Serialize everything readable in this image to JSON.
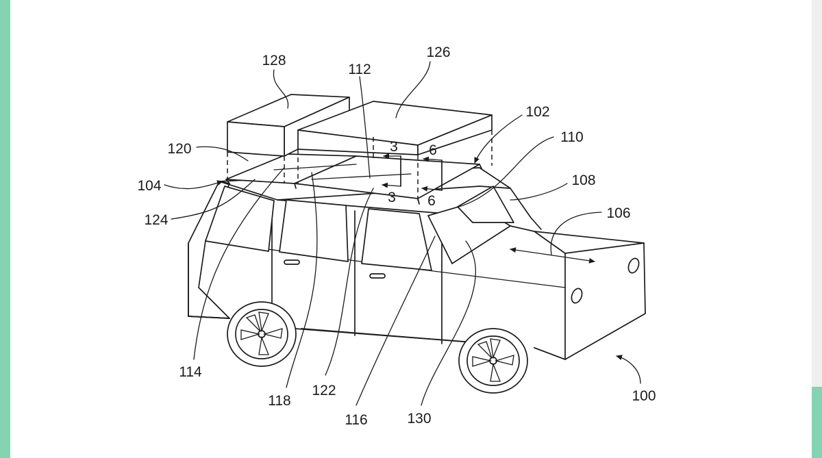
{
  "figure": {
    "reference_numerals": {
      "vehicle": "100",
      "roof_rack": "102",
      "rear": "104",
      "front": "106",
      "roof_front": "108",
      "windshield_pillar": "110",
      "crossbar_center": "112",
      "rear_pillar": "114",
      "front_door": "116",
      "rear_door": "118",
      "rail_rear": "120",
      "crossbar_mid": "122",
      "rail_side": "124",
      "cargo_box_large": "126",
      "cargo_box_small": "128",
      "window": "130"
    },
    "section_labels": {
      "section_a_top": "3",
      "section_a_bottom": "3",
      "section_b_top": "6",
      "section_b_bottom": "6"
    }
  },
  "colors": {
    "accent": "#84d3b2",
    "ink": "#1a1a1a",
    "background": "#ffffff"
  }
}
